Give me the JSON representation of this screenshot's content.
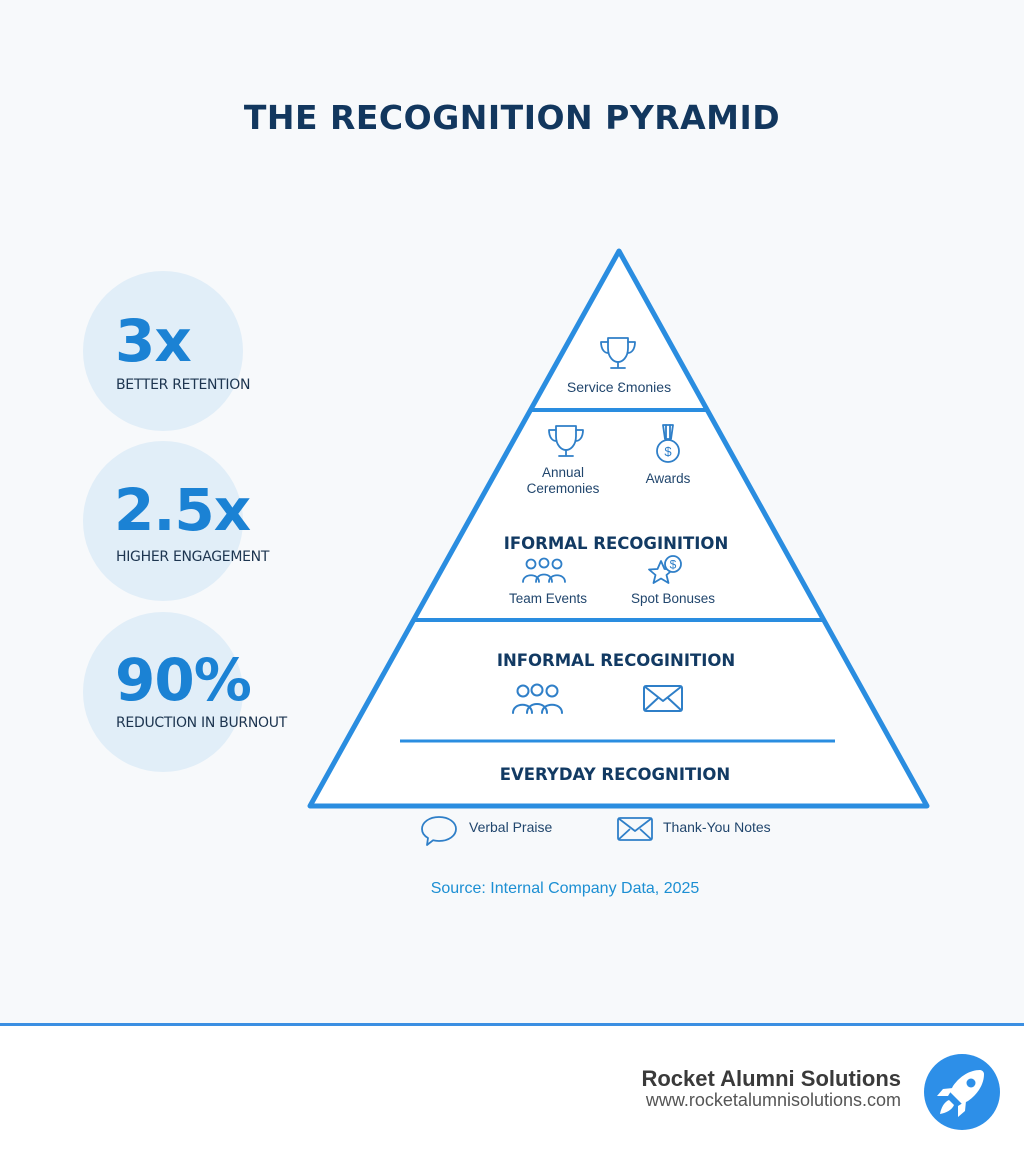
{
  "title": "THE RECOGNITION PYRAMID",
  "stats": [
    {
      "value": "3x",
      "label": "BETTER RETENTION"
    },
    {
      "value": "2.5x",
      "label": "HIGHER ENGAGEMENT"
    },
    {
      "value": "90%",
      "label": "REDUCTION IN BURNOUT"
    }
  ],
  "pyramid": {
    "top": {
      "label": "Service Ɛmonies",
      "icon": "trophy-icon"
    },
    "second": {
      "items": [
        {
          "label_line1": "Annual",
          "label_line2": "Ceremonies",
          "icon": "trophy-icon"
        },
        {
          "label": "Awards",
          "icon": "medal-icon"
        }
      ],
      "heading": "IFORMAL RECOGINITION",
      "items2": [
        {
          "label": "Team Events",
          "icon": "people-icon"
        },
        {
          "label": "Spot Bonuses",
          "icon": "star-dollar-icon"
        }
      ]
    },
    "third": {
      "heading": "INFORMAL RECOGINITION",
      "icons": [
        "people-icon",
        "envelope-icon"
      ]
    },
    "base": {
      "heading": "EVERYDAY RECOGNITION",
      "items": [
        {
          "label": "Verbal Praise",
          "icon": "speech-bubble-icon"
        },
        {
          "label": "Thank-You Notes",
          "icon": "envelope-icon"
        }
      ]
    }
  },
  "source": "Source: Internal Company Data, 2025",
  "footer": {
    "brand": "Rocket Alumni Solutions",
    "url": "www.rocketalumnisolutions.com",
    "logo_icon": "rocket-icon"
  },
  "colors": {
    "accent": "#1b82d4",
    "title": "#12375e",
    "pyramid_stroke": "#2a8de0"
  }
}
